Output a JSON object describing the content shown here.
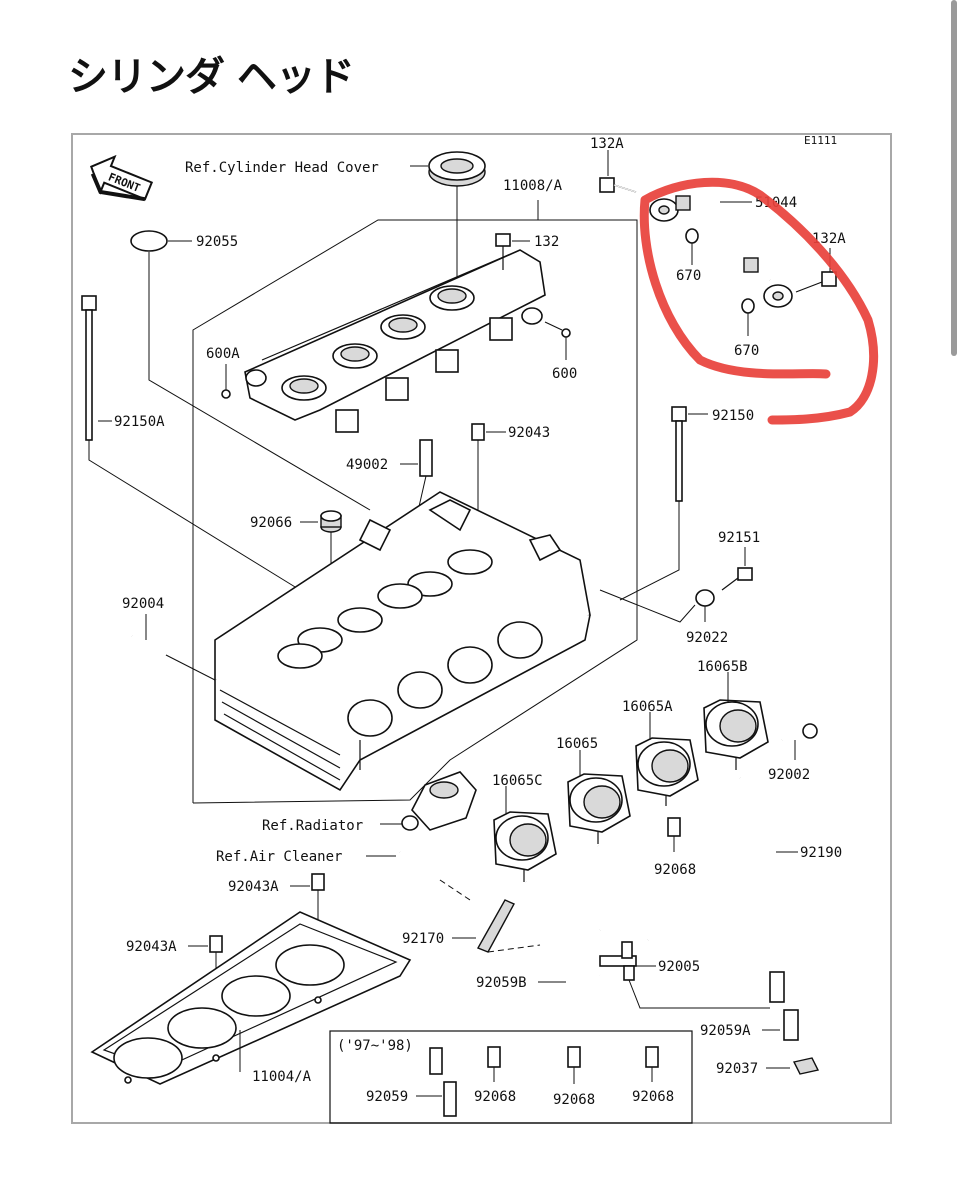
{
  "title": "シリンダ ヘッド",
  "diagram_code": "E1111",
  "front_label": "FRONT",
  "highlight_color": "#e8413b",
  "labels": {
    "ref_cylinder_head_cover": "Ref.Cylinder Head Cover",
    "p11008A": "11008/A",
    "p132A_top": "132A",
    "p51044": "51044",
    "p132A_right": "132A",
    "p670_a": "670",
    "p670_b": "670",
    "p92055": "92055",
    "p132": "132",
    "p600A": "600A",
    "p600": "600",
    "p92150A": "92150A",
    "p92150": "92150",
    "p92043": "92043",
    "p49002": "49002",
    "p92066": "92066",
    "p92151": "92151",
    "p92004": "92004",
    "p92022": "92022",
    "p16065B": "16065B",
    "p16065A": "16065A",
    "p16065": "16065",
    "p92002": "92002",
    "p16065C": "16065C",
    "ref_radiator": "Ref.Radiator",
    "p92068_mid": "92068",
    "p92190": "92190",
    "ref_air_cleaner": "Ref.Air Cleaner",
    "p92043A_a": "92043A",
    "p92170": "92170",
    "p92043A_b": "92043A",
    "p92005": "92005",
    "p92059B": "92059B",
    "p92059A": "92059A",
    "p11004A": "11004/A",
    "p92037": "92037",
    "years": "('97~'98)",
    "p92059": "92059",
    "p92068_a": "92068",
    "p92068_b": "92068",
    "p92068_c": "92068"
  }
}
